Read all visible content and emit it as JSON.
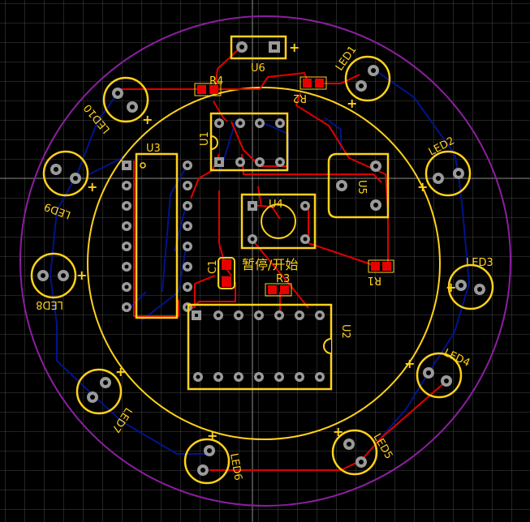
{
  "colors": {
    "background": "#000000",
    "grid": "#5a5a5a",
    "silkscreen": "#ffd21a",
    "top_copper": "#e00000",
    "bottom_copper": "#00148c",
    "board_outline": "#8c1ea0",
    "pad": "#9a9a9a",
    "smd_pad": "#e80000"
  },
  "components": {
    "u6": "U6",
    "u1": "U1",
    "u3": "U3",
    "u4": "U4",
    "u5": "U5",
    "u2": "U2",
    "c1": "C1",
    "r1": "R1",
    "r2": "R2",
    "r3": "R3",
    "r4": "R4"
  },
  "leds": {
    "led1": "LED1",
    "led2": "LED2",
    "led3": "LED3",
    "led4": "LED4",
    "led5": "LED5",
    "led6": "LED6",
    "led7": "LED7",
    "led8": "LED8",
    "led9": "LED9",
    "led10": "LED10"
  },
  "button_label": "暂停/开始",
  "polarity_mark": "+"
}
